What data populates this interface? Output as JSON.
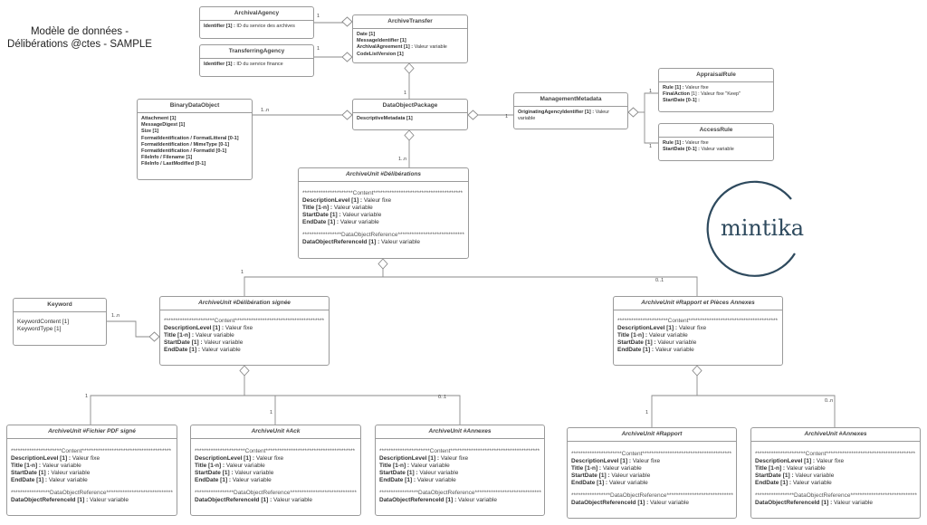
{
  "title": [
    "Modèle de données -",
    "Délibérations @ctes - SAMPLE"
  ],
  "logo_text": "mintika",
  "sep_content": "**********************Content***************************************",
  "sep_doref": "*****************DataObjectReference*****************************",
  "boxes": {
    "archival_agency": {
      "title": "ArchivalAgency",
      "lines": [
        {
          "k": "Identifier [1] :",
          "v": " ID du service des archives"
        }
      ]
    },
    "archive_transfer": {
      "title": "ArchiveTransfer",
      "lines": [
        {
          "k": "Date [1]",
          "v": ""
        },
        {
          "k": "MessageIdentifier [1]",
          "v": ""
        },
        {
          "k": "ArchivalAgreement [1] :",
          "v": " Valeur variable"
        },
        {
          "k": "CodeListVersion [1]",
          "v": ""
        }
      ]
    },
    "transferring_agency": {
      "title": "TransferringAgency",
      "lines": [
        {
          "k": "Identifier [1] :",
          "v": " ID du service finance"
        }
      ]
    },
    "binary_data_object": {
      "title": "BinaryDataObject",
      "lines": [
        {
          "k": "Attachment [1]",
          "v": ""
        },
        {
          "k": "MessageDigest [1]",
          "v": ""
        },
        {
          "k": "Size [1]",
          "v": ""
        },
        {
          "k": "FormatIdentification / FormatLitteral [0-1]",
          "v": ""
        },
        {
          "k": "FormatIdentification / MimeType [0-1]",
          "v": ""
        },
        {
          "k": "FormatIdentification / FormatId [0-1]",
          "v": ""
        },
        {
          "k": "FileInfo / Filename [1]",
          "v": ""
        },
        {
          "k": "FileInfo / LastModified [0-1]",
          "v": ""
        }
      ]
    },
    "data_object_package": {
      "title": "DataObjectPackage",
      "lines": [
        {
          "k": "DescriptiveMetadata [1]",
          "v": ""
        }
      ]
    },
    "management_metadata": {
      "title": "ManagementMetadata",
      "lines": [
        {
          "k": "OriginatingAgencyIdentifier [1] :",
          "v": " Valeur"
        },
        {
          "k": "",
          "v": "variable"
        }
      ]
    },
    "appraisal_rule": {
      "title": "AppraisalRule",
      "lines": [
        {
          "k": "Rule [1] :",
          "v": " Valeur fixe"
        },
        {
          "k": "FinalAction",
          "v": " [1] : Valeur fixe \"Keep\""
        },
        {
          "k": "StartDate [0-1] :",
          "v": ""
        }
      ]
    },
    "access_rule": {
      "title": "AccessRule",
      "lines": [
        {
          "k": "Rule [1] :",
          "v": " Valeur fixe"
        },
        {
          "k": "StartDate [0-1] :",
          "v": " Valeur variable"
        }
      ]
    },
    "au_deliberations": {
      "title": "ArchiveUnit #Délibérations"
    },
    "keyword": {
      "title": "Keyword",
      "lines": [
        {
          "k": "",
          "v": "KeywordContent [1]"
        },
        {
          "k": "",
          "v": "KeywordType [1]"
        }
      ]
    },
    "au_deliberation_signee": {
      "title": "ArchiveUnit #Délibération signée"
    },
    "au_rapport_annexes": {
      "title": "ArchiveUnit #Rapport et Pièces Annexes"
    },
    "au_fichier_pdf": {
      "title": "ArchiveUnit #Fichier PDF signé"
    },
    "au_ack": {
      "title": "ArchiveUnit #Ack"
    },
    "au_annexes_1": {
      "title": "ArchiveUnit #Annexes"
    },
    "au_rapport": {
      "title": "ArchiveUnit #Rapport"
    },
    "au_annexes_2": {
      "title": "ArchiveUnit #Annexes"
    }
  },
  "fields": {
    "description_level": {
      "k": "DescriptionLevel [1] :",
      "v": " Valeur fixe"
    },
    "title": {
      "k": "Title [1-n] :",
      "v": " Valeur variable"
    },
    "start_date": {
      "k": "StartDate [1] :",
      "v": " Valeur variable"
    },
    "end_date": {
      "k": "EndDate [1] :",
      "v": " Valeur variable"
    },
    "do_ref": {
      "k": "DataObjectReferenceId [1] :",
      "v": " Valeur variable"
    }
  },
  "multiplicities": {
    "archival_agency": "1",
    "transferring_agency": "1",
    "data_object_package": "1",
    "binary_data_object": "1..n",
    "management_metadata": "1",
    "appraisal_rule": "1",
    "access_rule": "1",
    "au_deliberations": "1..n",
    "au_deliberation_signee": "1",
    "au_rapport_annexes": "0..1",
    "keyword": "1..n",
    "au_fichier_pdf": "1",
    "au_ack": "1",
    "au_annexes_1": "0..1",
    "au_rapport": "1",
    "au_annexes_2": "0..n"
  },
  "colors": {
    "border": "#9a9a9a",
    "line": "#8a8a8a",
    "logo_ring": "#2e4a5e",
    "logo_accent": "#4a7fc0"
  }
}
